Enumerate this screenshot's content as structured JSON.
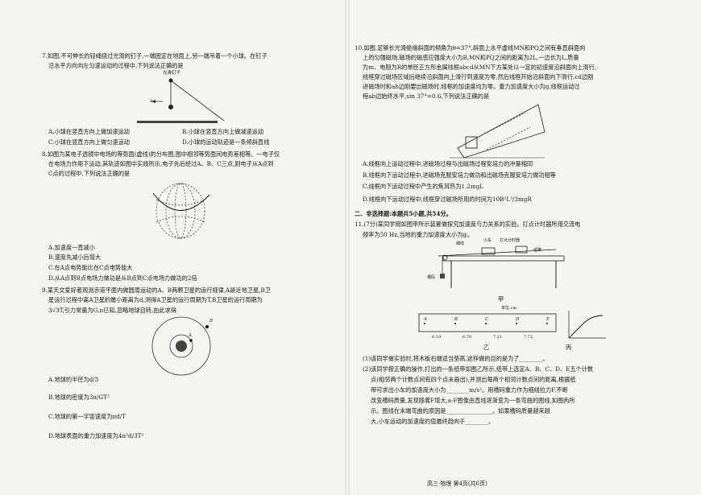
{
  "q7": {
    "line1": "7.如图,不可伸长的轻绳绕过光滑的钉子,一端固定在地面上,另一端吊着一个小球。在钉子",
    "line2": "沿水平方向向左匀速运动的过程中,下列说法正确的是",
    "nail_label": "光滑钉子",
    "v_label": "v",
    "a": "A.小球在竖直方向上做加速运动",
    "b": "B.小球在竖直方向上做减速运动",
    "c": "C.小球在竖直方向上做匀速运动",
    "d": "D.小球的运动轨迹是一条倾斜直线"
  },
  "q8": {
    "line1": "8.如图为某电子透镜中电场的等势面(虚线)的分布图,图中相邻等势面间电势差相等。一电子仅",
    "line2": "在电场力作用下运动,其轨迹如图中实线所示,电子先后经过A、B、C三点,则电子从A点到",
    "line3": "C点的过程中,下列说法正确的是",
    "a": "A.加速度一直减小",
    "b": "B.速度先减小后增大",
    "c": "C.在A点电势能比在C点电势能大",
    "d": "D.从A点到B点电场力做功是从B点到C点电场力做功的2倍"
  },
  "q9": {
    "line1": "9.某天文爱好者观测赤道平面内做圆周运动的A、B两颗卫星的运行规律,A是近地卫星,B卫",
    "line2": "星运行过程中离A卫星的最小距离为d,测得A卫星的运行周期为T,B卫星的运行周期为",
    "line3": "3√3T,引力常量为G,π已知,忽略地球自转,由此求得",
    "a": "A.地球的半径为d/3",
    "b": "B.地球的密度为3π/GT²",
    "c": "C.地球的第一宇宙速度为πd/T",
    "d": "D.地球表面的重力加速度为4π²d/3T²",
    "label_a": "A",
    "label_b": "B"
  },
  "q10": {
    "line1": "10.如图,足够长光滑绝缘斜面的倾角为θ=37°,斜面上水平虚线MN和PQ之间有垂直斜面向",
    "line2": "上的匀强磁场,磁场的磁感应强度大小为B,MN和PQ之间的距离为2L,一边长为L,质量",
    "line3": "为m、电阻为R的单匝正方形金属线框abcd从MN下方某处以一定的初速度沿斜面向上滑行,",
    "line4": "线框穿过磁场区域后继续沿斜面向上滑行到速度为零,然后线框开始沿斜面向下滑行,cd边刚",
    "line5": "进磁场时和ab边刚要出磁场时,线框的加速度均为零。重力加速度大小为g,线框运动过",
    "line6": "程ab边始终水平,sin 37°=0.6,下列说法正确的是",
    "a": "A.线框向上运动过程中,进磁场过程与出磁场过程安培力的冲量相同",
    "b": "B.线框向下运动过程中,进磁场克服安培力做功和出磁场克服安培力做功相等",
    "c": "C.线框向下运动过程中产生的焦耳热为1.2mgL",
    "d": "D.线框向下运动过程中,线框穿过磁场所用的时间为10B²L³/3mgR"
  },
  "section2": "二、非选择题:本题共5小题,共54分。",
  "q11": {
    "line1": "11.(7分)某同学用如图甲所示装置做探究加速度与力关系的实验。打点计时器所用交流电",
    "line2": "频率为50 Hz,当地的重力加速度大小为g。",
    "fig_jia": "甲",
    "fig_yi": "乙",
    "fig_bing": "丙",
    "label_xiban": "细线",
    "label_xiaoche": "小车",
    "label_timer": "打点计时器",
    "label_zhidai": "纸带",
    "label_caoma": "槽码",
    "unit": "单位:cm",
    "points": [
      "A",
      "B",
      "C",
      "D",
      "E"
    ],
    "distances": [
      "6.19",
      "6.70",
      "7.21",
      "7.72"
    ],
    "p1": "(1)该同学做实验时,将木板右端适当垫高,这样做的目的是为了________。",
    "p2a": "(2)该同学按正确的操作,打出的一条纸带如图乙所示,纸带上选定A、B、C、D、E五个计数",
    "p2b": "点(相邻两个计数点间有四个点未画出),并测出每两个相邻计数点间的距离,根据纸",
    "p2c": "带可求出小车的加速度大小为________m/s²。用槽码重力作为细线拉力F,不断",
    "p2d": "改变槽码质量,发现随着F增大,a-F图像由直线逐渐变为一条弯曲的图线,如图丙所",
    "p2e": "示。图线在末端弯曲的原因是________________。如果槽码质量越来越",
    "p2f": "大,小车运动的加速度的值最终趋向于________。"
  },
  "footer": "高三·物理 第4页(共6页)"
}
